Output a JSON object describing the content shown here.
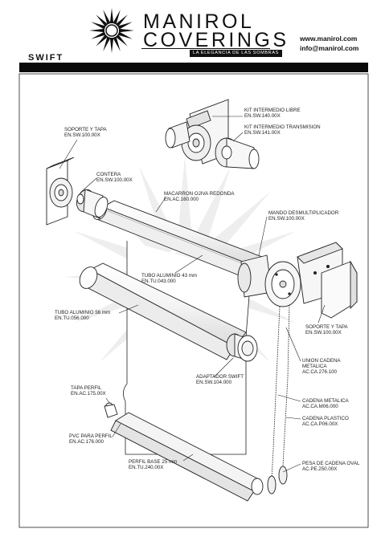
{
  "header": {
    "brand_line1": "MANIROL",
    "brand_line2": "COVERINGS",
    "slogan": "LA ELEGANCIA DE LAS SOMBRAS",
    "model": "SWIFT",
    "website": "www.manirol.com",
    "email": "info@manirol.com",
    "logo_icon": "sun-icon"
  },
  "labels": {
    "kit_libre": [
      "KIT INTERMEDIO LIBRE",
      "EN.SW.140.00X"
    ],
    "kit_transmision": [
      "KIT INTERMEDIO TRANSMISION",
      "EN.SW.141.00X"
    ],
    "soporte_left": [
      "SOPORTE Y TAPA",
      "EN.SW.100.00X"
    ],
    "contera": [
      "CONTERA",
      "EN.SW.100.00X"
    ],
    "macarron": [
      "MACARRON OJIVA REDONDA",
      "EN.AC.160.000"
    ],
    "mando": [
      "MANDO DESMULTIPLICADOR",
      "EN.SW.100.00X"
    ],
    "tubo43": [
      "TUBO ALUMINIO 43 mm",
      "EN.TU.043.000"
    ],
    "tubo56": [
      "TUBO ALUMINIO 56 mm",
      "EN.TU.056.000"
    ],
    "soporte_right": [
      "SOPORTE Y TAPA",
      "EN.SW.100.00X"
    ],
    "union_cadena": [
      "UNION CADENA",
      "METALICA",
      "AC.CA.276.100"
    ],
    "adaptador": [
      "ADAPTADOR SWIFT",
      "EN.SW.104.000"
    ],
    "tapa_perfil": [
      "TAPA PERFIL",
      "EN.AC.175.00X"
    ],
    "cadena_metalica": [
      "CADENA METALICA",
      "AC.CA.M06.000"
    ],
    "cadena_plastico": [
      "CADENA PLASTICO",
      "AC.CA.P06.00X"
    ],
    "pvc_perfil": [
      "PVC PARA PERFIL",
      "EN.AC.176.000"
    ],
    "pesa_cadena": [
      "PESA DE CADENA OVAL",
      "AC.PE.250.00X"
    ],
    "perfil_base": [
      "PERFIL BASE 25 mm",
      "EN.TU.240.00X"
    ]
  }
}
